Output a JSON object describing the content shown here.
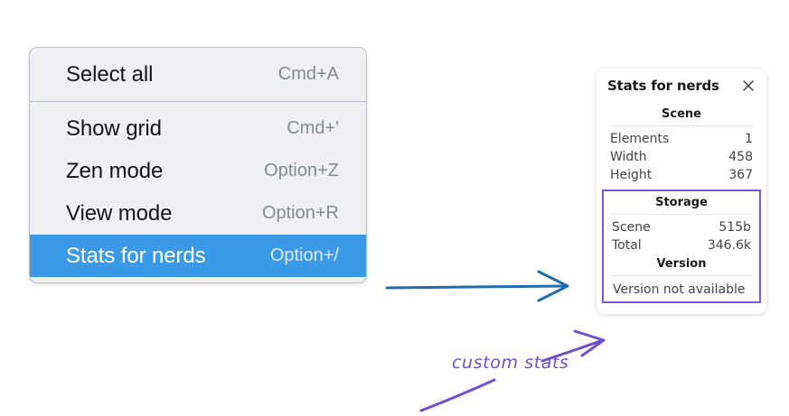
{
  "context_menu": {
    "name": "canvas-context-menu",
    "sections": [
      {
        "items": [
          {
            "label": "Select all",
            "shortcut": "Cmd+A",
            "selected": false
          }
        ]
      },
      {
        "items": [
          {
            "label": "Show grid",
            "shortcut": "Cmd+'",
            "selected": false
          },
          {
            "label": "Zen mode",
            "shortcut": "Option+Z",
            "selected": false
          },
          {
            "label": "View mode",
            "shortcut": "Option+R",
            "selected": false
          },
          {
            "label": "Stats for nerds",
            "shortcut": "Option+/",
            "selected": true
          }
        ]
      }
    ],
    "highlight_color": "#3b9ae8"
  },
  "stats_panel": {
    "title": "Stats for nerds",
    "close_icon": "close-icon",
    "sections": [
      {
        "heading": "Scene",
        "rows": [
          {
            "label": "Elements",
            "value": "1"
          },
          {
            "label": "Width",
            "value": "458"
          },
          {
            "label": "Height",
            "value": "367"
          }
        ]
      },
      {
        "heading": "Storage",
        "rows": [
          {
            "label": "Scene",
            "value": "515b"
          },
          {
            "label": "Total",
            "value": "346.6k"
          }
        ]
      },
      {
        "heading": "Version",
        "note": "Version not available"
      }
    ],
    "highlight_border_color": "#7e55d8"
  },
  "annotations": {
    "handwritten_label": "custom stats",
    "handwriting_color": "#6f4fd0",
    "arrow_color": "#1f6cb0"
  }
}
